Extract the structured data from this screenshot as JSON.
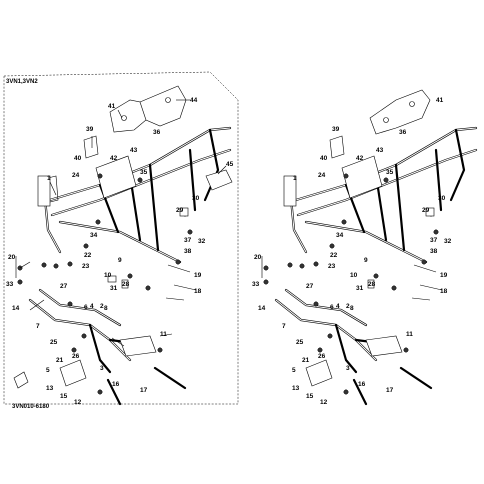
{
  "panels": [
    {
      "id": "left",
      "model_code": "3VN1,3VN2",
      "drawing_number": "3VN010-6180",
      "callouts": [
        "1",
        "2",
        "3",
        "4",
        "5",
        "6",
        "7",
        "8",
        "9",
        "10",
        "11",
        "12",
        "13",
        "14",
        "15",
        "16",
        "17",
        "18",
        "19",
        "20",
        "21",
        "22",
        "23",
        "24",
        "25",
        "26",
        "27",
        "28",
        "29",
        "30",
        "31",
        "32",
        "33",
        "34",
        "35",
        "36",
        "37",
        "38",
        "39",
        "40",
        "41",
        "42",
        "43",
        "44",
        "45"
      ]
    },
    {
      "id": "right",
      "model_code": "",
      "drawing_number": "",
      "callouts": [
        "1",
        "2",
        "3",
        "4",
        "5",
        "6",
        "7",
        "8",
        "9",
        "10",
        "11",
        "12",
        "13",
        "14",
        "15",
        "16",
        "17",
        "18",
        "19",
        "20",
        "21",
        "22",
        "23",
        "24",
        "25",
        "26",
        "27",
        "28",
        "29",
        "30",
        "31",
        "32",
        "33",
        "34",
        "35",
        "36",
        "37",
        "38",
        "39",
        "40",
        "41",
        "42",
        "43"
      ]
    }
  ]
}
